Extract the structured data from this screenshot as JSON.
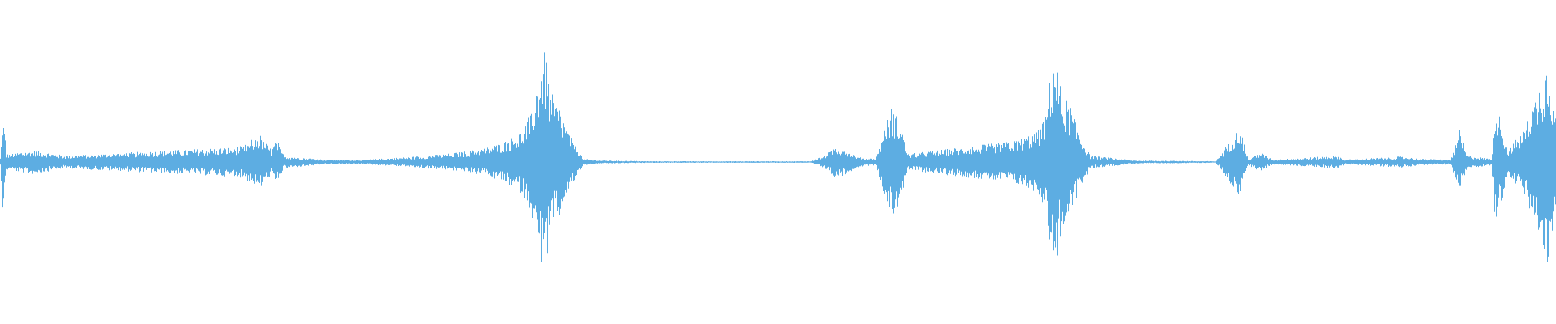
{
  "waveform": {
    "color": "#5DADE2",
    "background": "#FFFFFF",
    "envelope": [
      [
        0,
        5
      ],
      [
        3,
        60
      ],
      [
        8,
        10
      ],
      [
        40,
        15
      ],
      [
        80,
        8
      ],
      [
        120,
        10
      ],
      [
        160,
        12
      ],
      [
        200,
        14
      ],
      [
        240,
        16
      ],
      [
        280,
        18
      ],
      [
        300,
        20
      ],
      [
        320,
        35
      ],
      [
        335,
        15
      ],
      [
        340,
        30
      ],
      [
        350,
        8
      ],
      [
        400,
        3
      ],
      [
        450,
        3
      ],
      [
        500,
        6
      ],
      [
        550,
        10
      ],
      [
        580,
        14
      ],
      [
        600,
        18
      ],
      [
        620,
        25
      ],
      [
        640,
        35
      ],
      [
        655,
        60
      ],
      [
        665,
        115
      ],
      [
        672,
        140
      ],
      [
        680,
        85
      ],
      [
        690,
        70
      ],
      [
        700,
        40
      ],
      [
        710,
        20
      ],
      [
        720,
        4
      ],
      [
        740,
        2
      ],
      [
        800,
        1
      ],
      [
        900,
        1
      ],
      [
        1000,
        1
      ],
      [
        1020,
        10
      ],
      [
        1030,
        20
      ],
      [
        1045,
        15
      ],
      [
        1060,
        6
      ],
      [
        1080,
        4
      ],
      [
        1100,
        70
      ],
      [
        1110,
        50
      ],
      [
        1120,
        10
      ],
      [
        1150,
        14
      ],
      [
        1200,
        20
      ],
      [
        1250,
        26
      ],
      [
        1280,
        38
      ],
      [
        1290,
        60
      ],
      [
        1300,
        140
      ],
      [
        1310,
        85
      ],
      [
        1320,
        70
      ],
      [
        1330,
        40
      ],
      [
        1345,
        8
      ],
      [
        1400,
        2
      ],
      [
        1500,
        1
      ],
      [
        1530,
        45
      ],
      [
        1540,
        4
      ],
      [
        1555,
        12
      ],
      [
        1570,
        3
      ],
      [
        1650,
        8
      ],
      [
        1660,
        3
      ],
      [
        1730,
        7
      ],
      [
        1750,
        4
      ],
      [
        1790,
        3
      ],
      [
        1800,
        40
      ],
      [
        1810,
        8
      ],
      [
        1840,
        4
      ],
      [
        1845,
        80
      ],
      [
        1860,
        15
      ],
      [
        1880,
        40
      ],
      [
        1900,
        100
      ],
      [
        1910,
        130
      ],
      [
        1919,
        70
      ]
    ]
  }
}
